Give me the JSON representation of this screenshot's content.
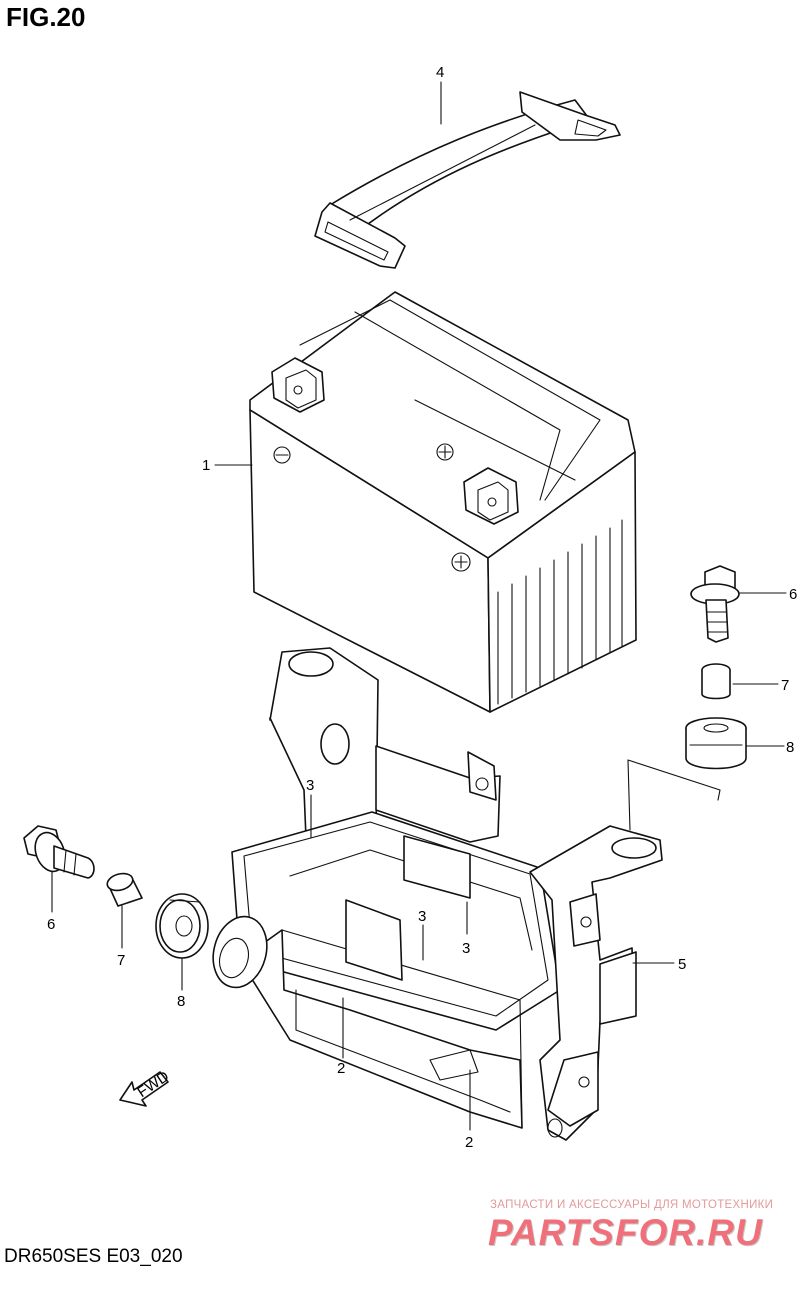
{
  "figure": {
    "title": "FIG.20",
    "code": "DR650SES E03_020"
  },
  "callouts": [
    {
      "id": "c4",
      "text": "4"
    },
    {
      "id": "c1",
      "text": "1"
    },
    {
      "id": "c6r",
      "text": "6"
    },
    {
      "id": "c7r",
      "text": "7"
    },
    {
      "id": "c8r",
      "text": "8"
    },
    {
      "id": "c3a",
      "text": "3"
    },
    {
      "id": "c3b",
      "text": "3"
    },
    {
      "id": "c3c",
      "text": "3"
    },
    {
      "id": "c6l",
      "text": "6"
    },
    {
      "id": "c7l",
      "text": "7"
    },
    {
      "id": "c8l",
      "text": "8"
    },
    {
      "id": "c5",
      "text": "5"
    },
    {
      "id": "c2a",
      "text": "2"
    },
    {
      "id": "c2b",
      "text": "2"
    }
  ],
  "fwd_label": "FWD",
  "watermark": {
    "tagline": "ЗАПЧАСТИ И АКСЕССУАРЫ ДЛЯ МОТОТЕХНИКИ",
    "brand": "PARTSFOR.RU"
  }
}
